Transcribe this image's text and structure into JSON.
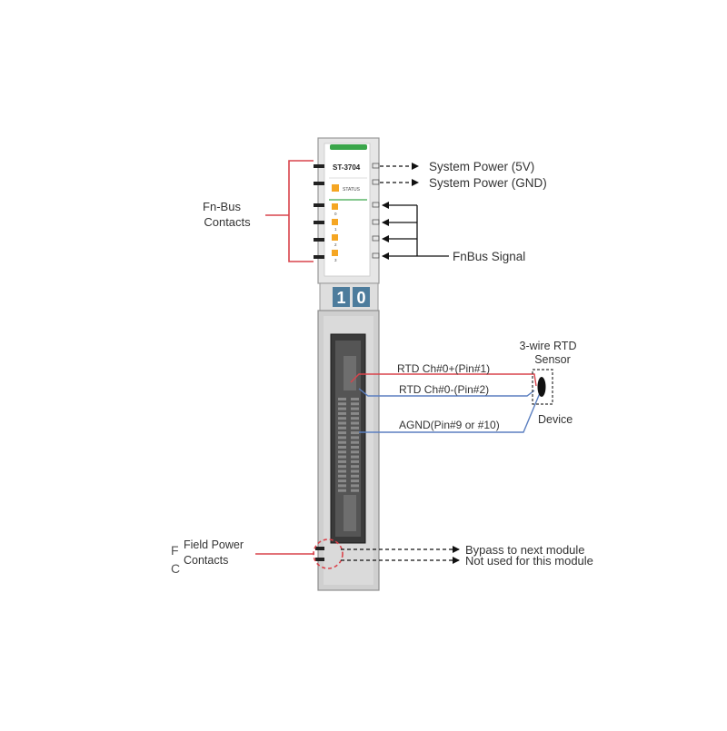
{
  "module": {
    "model": "ST-3704",
    "status_label": "STATUS",
    "channel_labels": [
      "0",
      "1",
      "2",
      "3"
    ],
    "address_digits": [
      "1",
      "0"
    ]
  },
  "labels": {
    "fn_bus_contacts": [
      "Fn-Bus",
      "Contacts"
    ],
    "system_power_5v": "System Power (5V)",
    "system_power_gnd": "System Power (GND)",
    "fnbus_signal": "FnBus Signal",
    "rtd_sensor": [
      "3-wire RTD",
      "Sensor"
    ],
    "rtd_pin1": "RTD Ch#0+(Pin#1)",
    "rtd_pin2": "RTD Ch#0-(Pin#2)",
    "agnd": "AGND(Pin#9 or #10)",
    "device": "Device",
    "field_power_contacts": [
      "Field Power",
      "Contacts"
    ],
    "bypass": "Bypass to next module",
    "not_used": "Not used for this module",
    "cutoff_left": [
      "F",
      "C"
    ]
  },
  "colors": {
    "red": "#d9434b",
    "blue": "#5b7fc0",
    "green": "#3aa64a",
    "status_orange": "#f5a623",
    "address_blue": "#4d7c9c"
  }
}
